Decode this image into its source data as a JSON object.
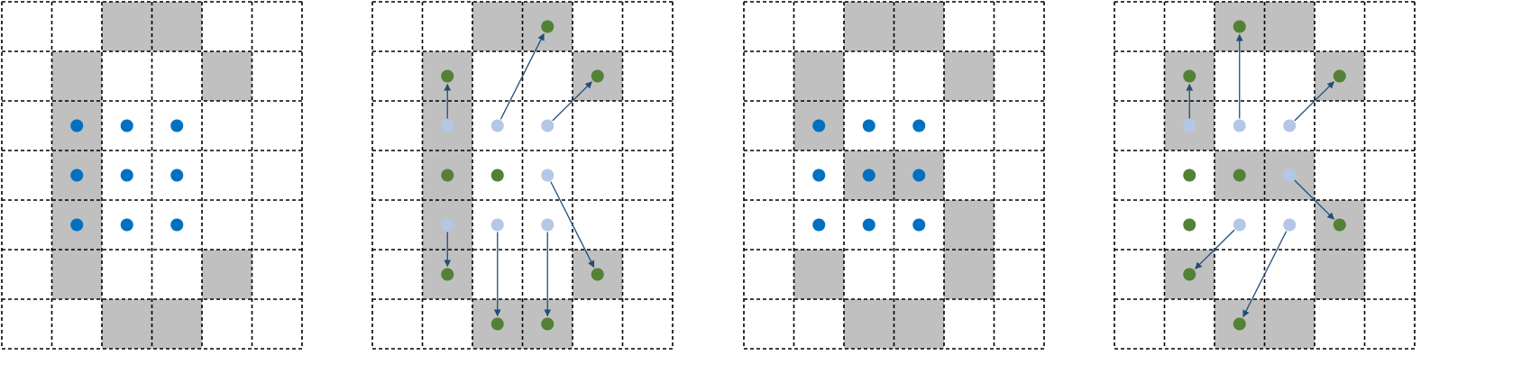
{
  "colors": {
    "background": "#ffffff",
    "shaded_cell": "#c0c0c0",
    "grid_line": "#000000",
    "blue_point": "#0070c0",
    "light_point": "#b4c7e7",
    "green_point": "#538135",
    "arrow": "#1f4e79"
  },
  "grid": {
    "rows": 7,
    "cols": 6
  },
  "panels": [
    {
      "id": "panel-1",
      "shaded": [
        [
          0,
          2
        ],
        [
          0,
          3
        ],
        [
          1,
          1
        ],
        [
          1,
          4
        ],
        [
          2,
          1
        ],
        [
          3,
          1
        ],
        [
          4,
          1
        ],
        [
          5,
          1
        ],
        [
          5,
          4
        ],
        [
          6,
          2
        ],
        [
          6,
          3
        ]
      ],
      "points": [
        {
          "r": 2,
          "c": 1,
          "kind": "blue"
        },
        {
          "r": 2,
          "c": 2,
          "kind": "blue"
        },
        {
          "r": 2,
          "c": 3,
          "kind": "blue"
        },
        {
          "r": 3,
          "c": 1,
          "kind": "blue"
        },
        {
          "r": 3,
          "c": 2,
          "kind": "blue"
        },
        {
          "r": 3,
          "c": 3,
          "kind": "blue"
        },
        {
          "r": 4,
          "c": 1,
          "kind": "blue"
        },
        {
          "r": 4,
          "c": 2,
          "kind": "blue"
        },
        {
          "r": 4,
          "c": 3,
          "kind": "blue"
        }
      ],
      "arrows": []
    },
    {
      "id": "panel-2",
      "shaded": [
        [
          0,
          2
        ],
        [
          0,
          3
        ],
        [
          1,
          1
        ],
        [
          1,
          4
        ],
        [
          2,
          1
        ],
        [
          3,
          1
        ],
        [
          4,
          1
        ],
        [
          5,
          1
        ],
        [
          5,
          4
        ],
        [
          6,
          2
        ],
        [
          6,
          3
        ]
      ],
      "points": [
        {
          "r": 2,
          "c": 1,
          "kind": "light"
        },
        {
          "r": 2,
          "c": 2,
          "kind": "light"
        },
        {
          "r": 2,
          "c": 3,
          "kind": "light"
        },
        {
          "r": 3,
          "c": 1,
          "kind": "green"
        },
        {
          "r": 3,
          "c": 2,
          "kind": "green"
        },
        {
          "r": 3,
          "c": 3,
          "kind": "light"
        },
        {
          "r": 4,
          "c": 1,
          "kind": "light"
        },
        {
          "r": 4,
          "c": 2,
          "kind": "light"
        },
        {
          "r": 4,
          "c": 3,
          "kind": "light"
        },
        {
          "r": 1,
          "c": 1,
          "kind": "green"
        },
        {
          "r": 0,
          "c": 3,
          "kind": "green"
        },
        {
          "r": 1,
          "c": 4,
          "kind": "green"
        },
        {
          "r": 5,
          "c": 1,
          "kind": "green"
        },
        {
          "r": 6,
          "c": 2,
          "kind": "green"
        },
        {
          "r": 6,
          "c": 3,
          "kind": "green"
        },
        {
          "r": 5,
          "c": 4,
          "kind": "green"
        }
      ],
      "arrows": [
        {
          "from": [
            2,
            1
          ],
          "to": [
            1,
            1
          ]
        },
        {
          "from": [
            2,
            2
          ],
          "to": [
            0,
            3
          ]
        },
        {
          "from": [
            2,
            3
          ],
          "to": [
            1,
            4
          ]
        },
        {
          "from": [
            3,
            3
          ],
          "to": [
            5,
            4
          ]
        },
        {
          "from": [
            4,
            1
          ],
          "to": [
            5,
            1
          ]
        },
        {
          "from": [
            4,
            2
          ],
          "to": [
            6,
            2
          ]
        },
        {
          "from": [
            4,
            3
          ],
          "to": [
            6,
            3
          ]
        }
      ]
    },
    {
      "id": "panel-3",
      "shaded": [
        [
          0,
          2
        ],
        [
          0,
          3
        ],
        [
          1,
          1
        ],
        [
          1,
          4
        ],
        [
          2,
          1
        ],
        [
          3,
          2
        ],
        [
          3,
          3
        ],
        [
          4,
          4
        ],
        [
          5,
          1
        ],
        [
          5,
          4
        ],
        [
          6,
          2
        ],
        [
          6,
          3
        ]
      ],
      "points": [
        {
          "r": 2,
          "c": 1,
          "kind": "blue"
        },
        {
          "r": 2,
          "c": 2,
          "kind": "blue"
        },
        {
          "r": 2,
          "c": 3,
          "kind": "blue"
        },
        {
          "r": 3,
          "c": 1,
          "kind": "blue"
        },
        {
          "r": 3,
          "c": 2,
          "kind": "blue"
        },
        {
          "r": 3,
          "c": 3,
          "kind": "blue"
        },
        {
          "r": 4,
          "c": 1,
          "kind": "blue"
        },
        {
          "r": 4,
          "c": 2,
          "kind": "blue"
        },
        {
          "r": 4,
          "c": 3,
          "kind": "blue"
        }
      ],
      "arrows": []
    },
    {
      "id": "panel-4",
      "shaded": [
        [
          0,
          2
        ],
        [
          0,
          3
        ],
        [
          1,
          1
        ],
        [
          1,
          4
        ],
        [
          2,
          1
        ],
        [
          3,
          2
        ],
        [
          3,
          3
        ],
        [
          4,
          4
        ],
        [
          5,
          1
        ],
        [
          5,
          4
        ],
        [
          6,
          2
        ],
        [
          6,
          3
        ]
      ],
      "points": [
        {
          "r": 2,
          "c": 1,
          "kind": "light"
        },
        {
          "r": 2,
          "c": 2,
          "kind": "light"
        },
        {
          "r": 2,
          "c": 3,
          "kind": "light"
        },
        {
          "r": 3,
          "c": 1,
          "kind": "green"
        },
        {
          "r": 3,
          "c": 2,
          "kind": "green"
        },
        {
          "r": 3,
          "c": 3,
          "kind": "light"
        },
        {
          "r": 4,
          "c": 1,
          "kind": "green"
        },
        {
          "r": 4,
          "c": 2,
          "kind": "light"
        },
        {
          "r": 4,
          "c": 3,
          "kind": "light"
        },
        {
          "r": 1,
          "c": 1,
          "kind": "green"
        },
        {
          "r": 0,
          "c": 2,
          "kind": "green"
        },
        {
          "r": 1,
          "c": 4,
          "kind": "green"
        },
        {
          "r": 4,
          "c": 4,
          "kind": "green"
        },
        {
          "r": 5,
          "c": 1,
          "kind": "green"
        },
        {
          "r": 6,
          "c": 2,
          "kind": "green"
        }
      ],
      "arrows": [
        {
          "from": [
            2,
            1
          ],
          "to": [
            1,
            1
          ]
        },
        {
          "from": [
            2,
            2
          ],
          "to": [
            0,
            2
          ]
        },
        {
          "from": [
            2,
            3
          ],
          "to": [
            1,
            4
          ]
        },
        {
          "from": [
            3,
            3
          ],
          "to": [
            4,
            4
          ]
        },
        {
          "from": [
            4,
            2
          ],
          "to": [
            5,
            1
          ]
        },
        {
          "from": [
            4,
            3
          ],
          "to": [
            6,
            2
          ]
        }
      ]
    }
  ]
}
